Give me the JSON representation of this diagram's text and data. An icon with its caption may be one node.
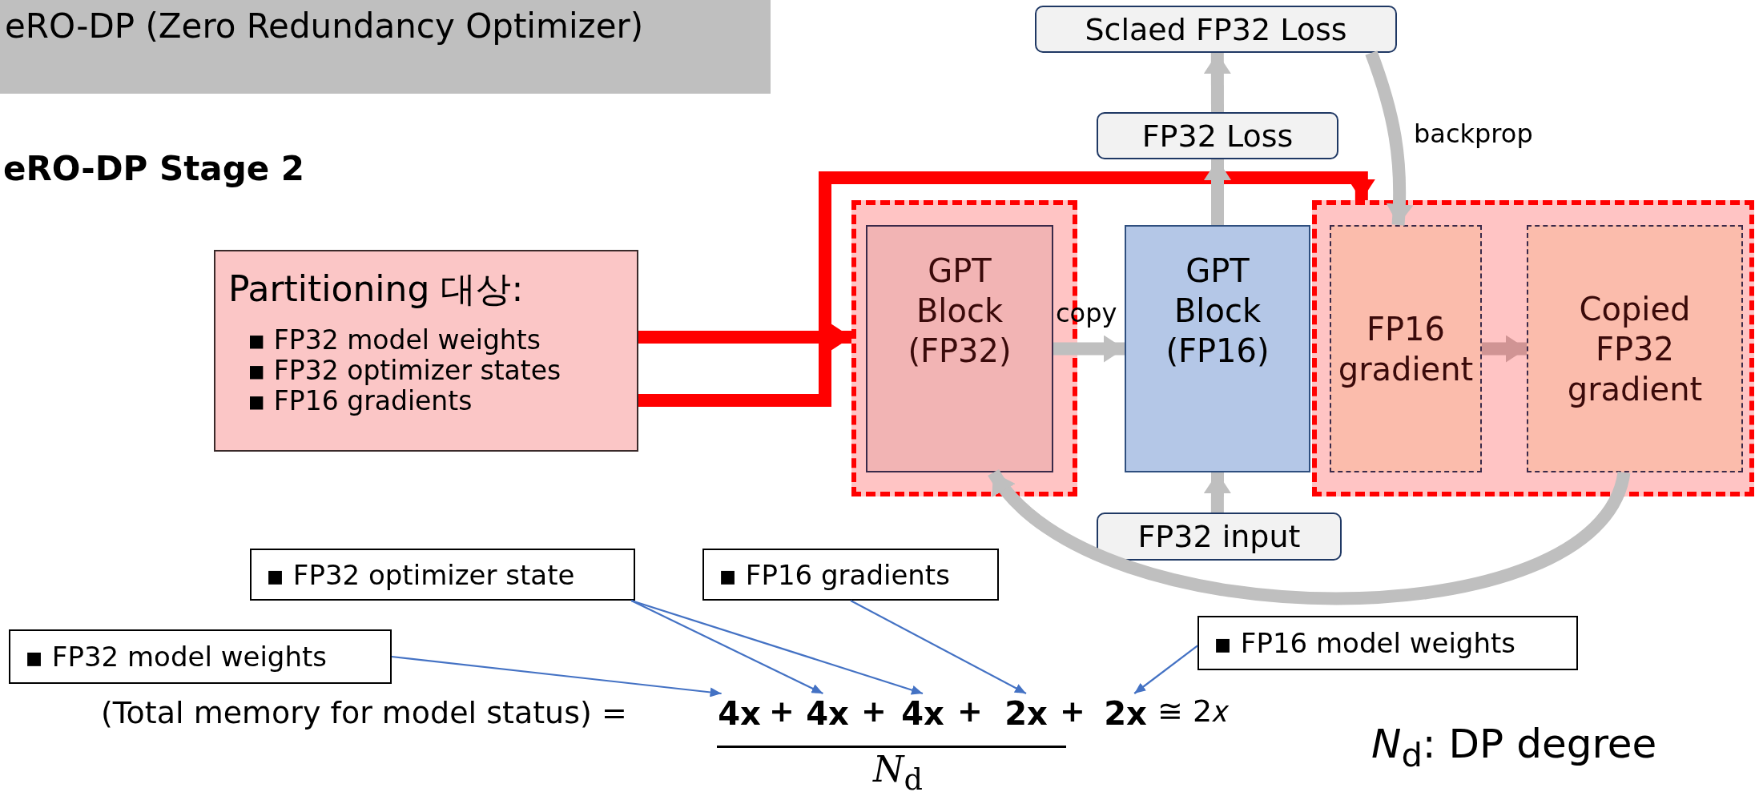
{
  "diagram": {
    "title": "eRO-DP (Zero Redundancy Optimizer)",
    "nodes": [
      {
        "text": [
          "Partitioning 대상:",
          "▪ FP32 model weights",
          "▪ FP32 optimizer states",
          "▪ FP16 gradients"
        ]
      },
      {
        "text": [],
        "shape": "box"
      },
      {
        "text": [
          "GPT Block (FP32)"
        ],
        "in": 1
      },
      {
        "text": [
          "GPT Block (FP16)"
        ]
      },
      {
        "text": [
          "FP32 Loss"
        ]
      },
      {
        "text": [
          "Sclaed FP32 Loss"
        ]
      },
      {
        "text": [
          "FP32 input"
        ]
      },
      {
        "text": [],
        "shape": "box"
      },
      {
        "text": [
          "FP16 gradient"
        ],
        "in": 7
      },
      {
        "text": [
          "Copied FP32 gradient"
        ],
        "in": 7
      },
      {
        "text": [
          "▪ FP32 optimizer state"
        ]
      },
      {
        "text": [
          "▪ FP16 gradients"
        ]
      },
      {
        "text": [
          "▪ FP32 model weights"
        ]
      },
      {
        "text": [
          "▪ FP16 model weights"
        ]
      },
      {
        "text": [
          "4x"
        ]
      },
      {
        "text": [
          "4x"
        ]
      },
      {
        "text": [
          "4x"
        ]
      },
      {
        "text": [
          "2x"
        ]
      },
      {
        "text": [
          "2x"
        ]
      }
    ],
    "edges": [
      {
        "from": 0,
        "to": 1,
        "arrow": "to",
        "color": "#ff0000"
      },
      {
        "from": 0,
        "to": 7,
        "arrow": "to",
        "color": "#ff0000"
      },
      {
        "from": 2,
        "to": 3,
        "arrow": "to",
        "label": "copy"
      },
      {
        "from": 6,
        "to": 3,
        "arrow": "to"
      },
      {
        "from": 3,
        "to": 4,
        "arrow": "to"
      },
      {
        "from": 4,
        "to": 5,
        "arrow": "to"
      },
      {
        "from": 5,
        "to": 8,
        "arrow": "to",
        "label": "backprop"
      },
      {
        "from": 8,
        "to": 9,
        "arrow": "to",
        "color": "#d09494"
      },
      {
        "from": 9,
        "to": 2,
        "arrow": "to"
      },
      {
        "from": 12,
        "to": 14,
        "arrow": "to",
        "color": "#4472c4"
      },
      {
        "from": 10,
        "to": 15,
        "arrow": "to",
        "color": "#4472c4"
      },
      {
        "from": 10,
        "to": 16,
        "arrow": "to",
        "color": "#4472c4"
      },
      {
        "from": 11,
        "to": 17,
        "arrow": "to",
        "color": "#4472c4"
      },
      {
        "from": 13,
        "to": 18,
        "arrow": "to",
        "color": "#4472c4"
      }
    ],
    "labels": [
      "eRO-DP Stage 2",
      "(Total memory for model status) =",
      "+",
      "+",
      "+",
      "+",
      "≅ 2𝑥",
      "*N*$_{d}$",
      "*N*$_{d}$: DP degree"
    ]
  }
}
